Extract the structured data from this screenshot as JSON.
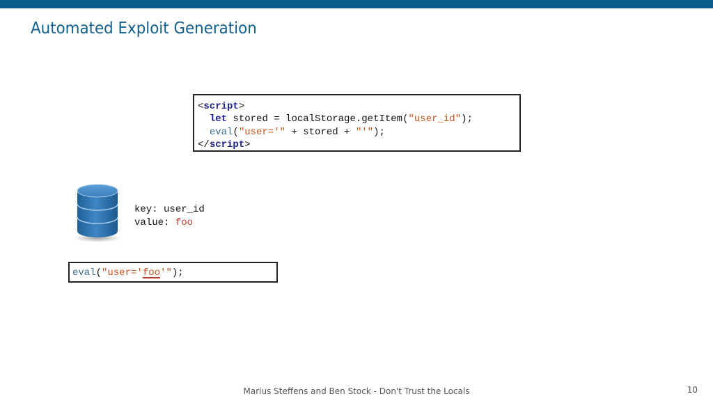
{
  "slide": {
    "title": "Automated Exploit Generation",
    "footer": "Marius Steffens and Ben Stock - Don't Trust the Locals",
    "page_number": "10"
  },
  "code_main": {
    "open_tag_lt": "<",
    "open_tag_name": "script",
    "open_tag_gt": ">",
    "line2_indent": "  ",
    "line2_keyword": "let",
    "line2_rest_a": " stored = localStorage.getItem(",
    "line2_string": "\"user_id\"",
    "line2_rest_b": ");",
    "line3_indent": "  ",
    "line3_fn": "eval",
    "line3_paren": "(",
    "line3_string1": "\"user='\"",
    "line3_mid": " + stored + ",
    "line3_string2": "\"'\"",
    "line3_end": ");",
    "close_tag_lt": "</",
    "close_tag_name": "script",
    "close_tag_gt": ">"
  },
  "storage": {
    "icon": "database-icon",
    "key_label": "key: ",
    "key_value": "user_id",
    "value_label": "value: ",
    "value_value": "foo"
  },
  "code_eval": {
    "fn": "eval",
    "paren": "(",
    "string_start": "\"user='",
    "injected": "foo",
    "string_end": "'\"",
    "end": ");"
  },
  "colors": {
    "accent": "#0b5d8a",
    "keyword": "#1e1e8c",
    "string": "#c5531c",
    "value": "#c0392b"
  }
}
